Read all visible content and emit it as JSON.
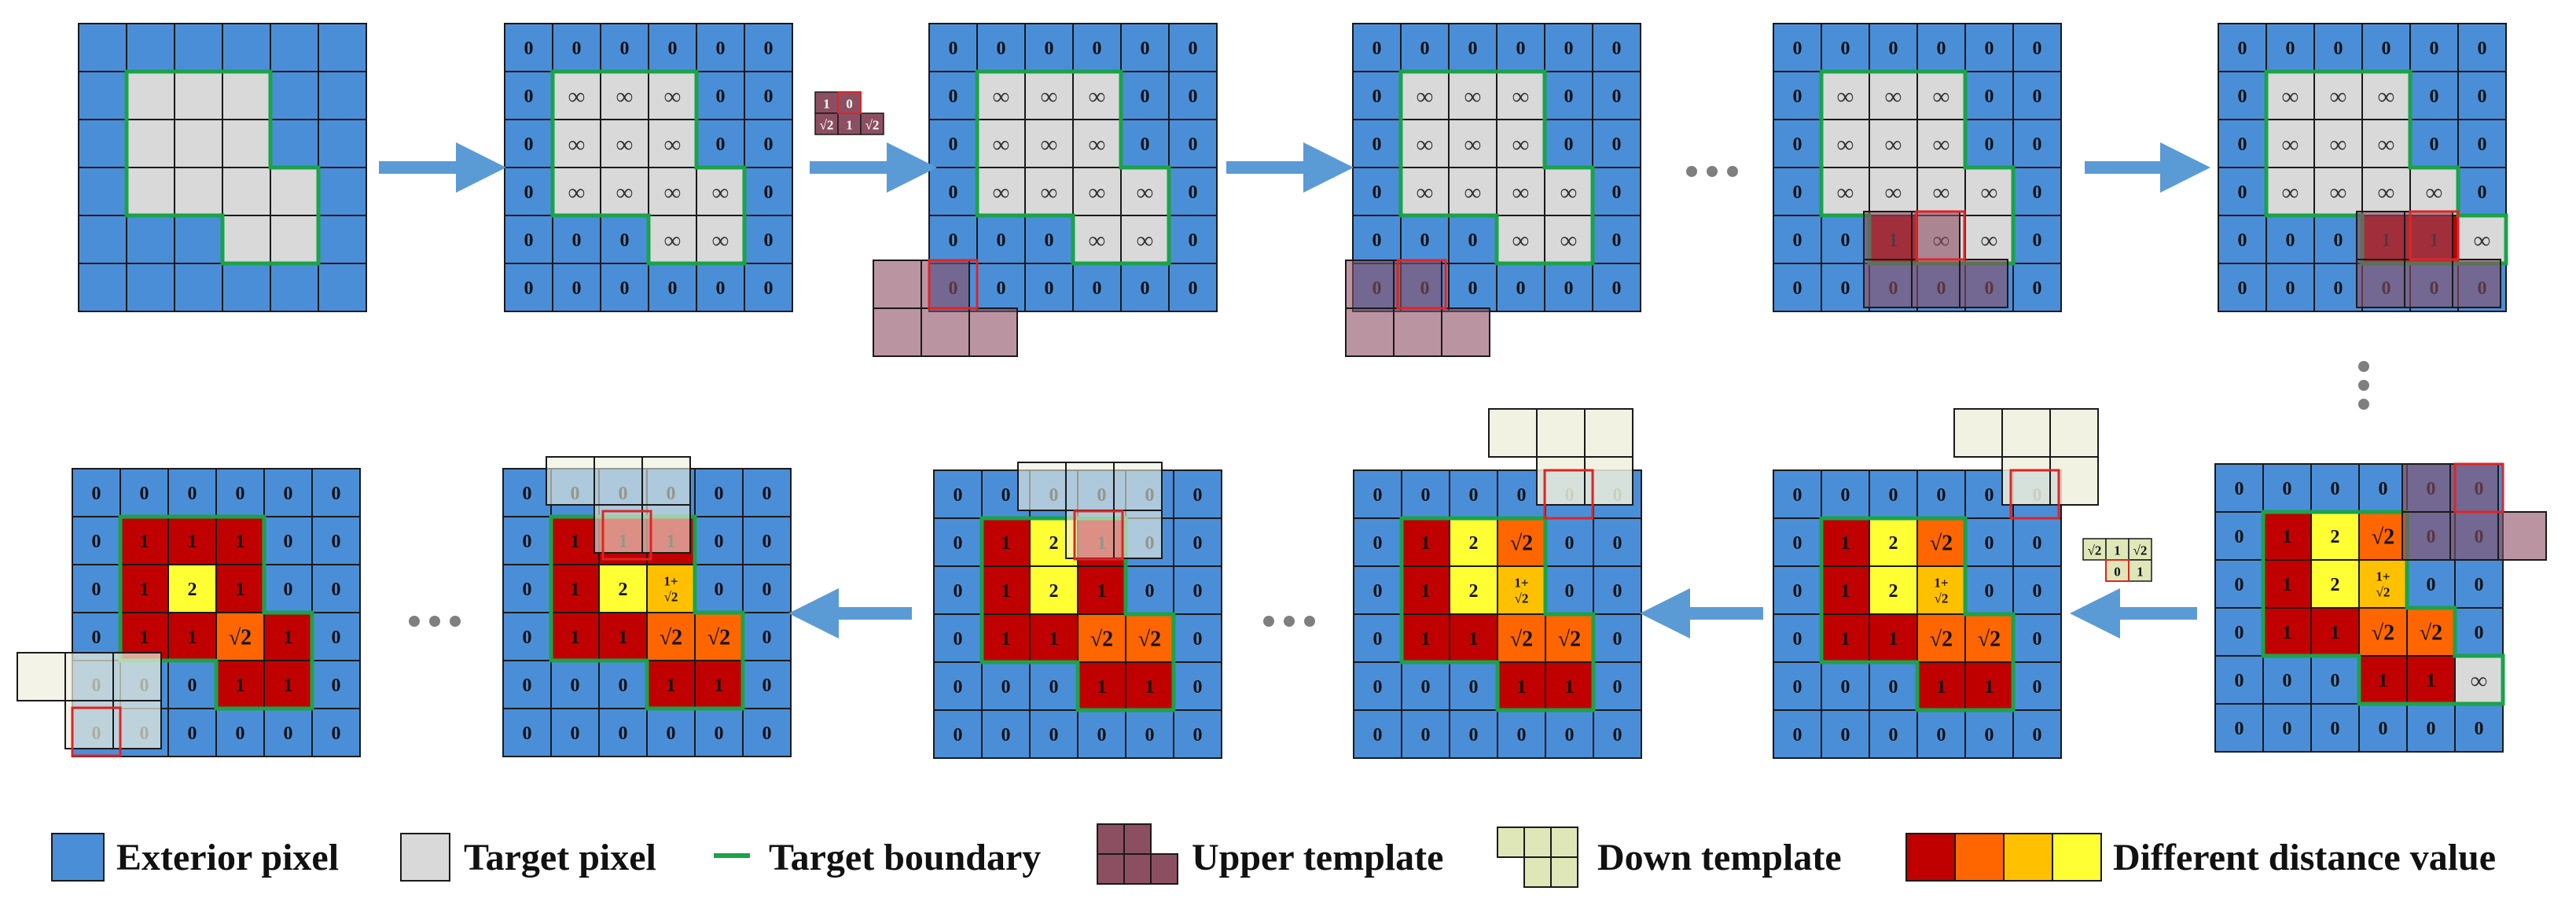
{
  "colors": {
    "exterior": "#4b8ed8",
    "target": "#d9d9d9",
    "boundary": "#1aa34a",
    "grid_line": "#1a1a1a",
    "arrow": "#5b9bd5",
    "upper_template": "#8c4f62",
    "down_template": "#eef0dd",
    "highlight": "#e02424",
    "dist_1": "#c00000",
    "dist_sqrt2": "#ff6600",
    "dist_mid": "#ffc000",
    "dist_2": "#ffff33",
    "dots": "#7f7f7f"
  },
  "symbols": {
    "zero": "0",
    "one": "1",
    "two": "2",
    "inf": "∞",
    "sqrt2": "√2",
    "one_plus": "1+",
    "sqrt2_short": "√2"
  },
  "steps": [
    {
      "id": "s1",
      "numbers": false,
      "g": [
        "EEEEEE",
        "ETTTEE",
        "ETTTEE",
        "ETTTTE",
        "EEETTE",
        "EEEEEE"
      ]
    },
    {
      "id": "s2",
      "numbers": true,
      "g": [
        "000000",
        "0iii00",
        "0iii00",
        "0iiii0",
        "000ii0",
        "000000"
      ]
    },
    {
      "id": "s3",
      "numbers": true,
      "g": [
        "000000",
        "0iii00",
        "0iii00",
        "0iiii0",
        "000ii0",
        "000000"
      ]
    },
    {
      "id": "s4",
      "numbers": true,
      "g": [
        "000000",
        "0iii00",
        "0iii00",
        "0iiii0",
        "000ii0",
        "000000"
      ]
    },
    {
      "id": "s5",
      "numbers": true,
      "g": [
        "000000",
        "0iii00",
        "0iii00",
        "0iiii0",
        "001ii0",
        "000000"
      ]
    },
    {
      "id": "s6",
      "numbers": true,
      "g": [
        "000000",
        "0iii00",
        "0iii00",
        "0iiii0",
        "00011i",
        "000000"
      ]
    },
    {
      "id": "s7",
      "numbers": true,
      "g": [
        "000000",
        "012r00",
        "012m00",
        "011rr0",
        "00011i",
        "000000"
      ]
    },
    {
      "id": "s8",
      "numbers": true,
      "g": [
        "000000",
        "012r00",
        "012m00",
        "011rr0",
        "000110",
        "000000"
      ]
    },
    {
      "id": "s9",
      "numbers": true,
      "g": [
        "000000",
        "012r00",
        "012m00",
        "011rr0",
        "000110",
        "000000"
      ]
    },
    {
      "id": "s10",
      "numbers": true,
      "g": [
        "000000",
        "012100",
        "012100",
        "011rr0",
        "000110",
        "000000"
      ]
    },
    {
      "id": "s11",
      "numbers": true,
      "g": [
        "000000",
        "011100",
        "012m00",
        "011rr0",
        "000110",
        "000000"
      ]
    },
    {
      "id": "s12",
      "numbers": true,
      "g": [
        "000000",
        "011100",
        "012100",
        "011r10",
        "000110",
        "000000"
      ]
    }
  ],
  "legend": [
    {
      "key": "exterior",
      "label": "Exterior pixel"
    },
    {
      "key": "target",
      "label": "Target pixel"
    },
    {
      "key": "boundary",
      "label": "Target boundary"
    },
    {
      "key": "upper",
      "label": "Upper template"
    },
    {
      "key": "down",
      "label": "Down template"
    },
    {
      "key": "distance",
      "label": "Different distance value"
    }
  ],
  "upper_template_cells": [
    [
      "1",
      "0",
      ""
    ],
    [
      "√2",
      "1",
      "√2"
    ]
  ],
  "down_template_cells": [
    [
      "√2",
      "1",
      "√2"
    ],
    [
      "",
      "0",
      "1"
    ]
  ]
}
